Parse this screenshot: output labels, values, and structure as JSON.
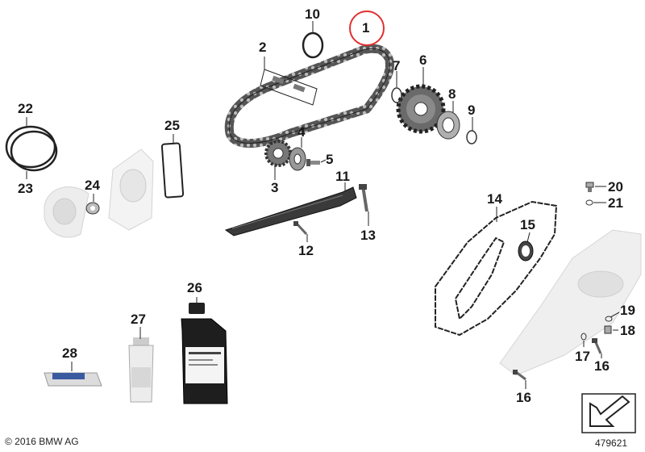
{
  "copyright": "© 2016 BMW AG",
  "diagram_id": "479621",
  "selected_callout": "1",
  "colors": {
    "highlight": "#e03030",
    "chain": "#3a3a3a",
    "housing": "#e5e5e5",
    "line": "#222222"
  },
  "callouts": {
    "c1": "1",
    "c2": "2",
    "c3": "3",
    "c4": "4",
    "c5": "5",
    "c6": "6",
    "c7": "7",
    "c8": "8",
    "c9": "9",
    "c10": "10",
    "c11": "11",
    "c12": "12",
    "c13": "13",
    "c14": "14",
    "c15": "15",
    "c16a": "16",
    "c16b": "16",
    "c17": "17",
    "c18": "18",
    "c19": "19",
    "c20": "20",
    "c21": "21",
    "c22": "22",
    "c23": "23",
    "c24": "24",
    "c25": "25",
    "c26": "26",
    "c27": "27",
    "c28": "28"
  },
  "icons": {
    "nav": "arrow-corner-icon"
  }
}
